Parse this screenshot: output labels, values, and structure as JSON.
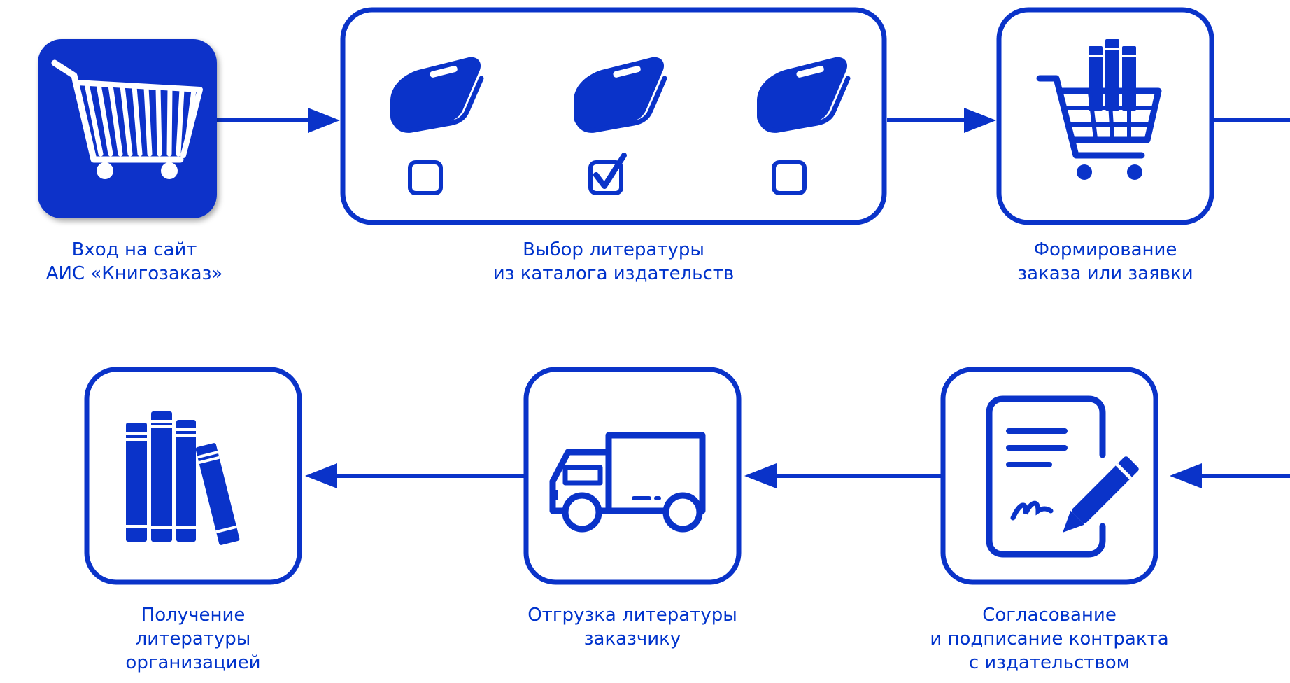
{
  "colors": {
    "primary": "#0a33c9",
    "text": "#0033cc",
    "background": "#ffffff"
  },
  "steps": [
    {
      "id": "login",
      "icon": "shopping-cart-app-icon",
      "lines": [
        "Вход на сайт",
        "АИС «Книгозаказ»"
      ]
    },
    {
      "id": "select",
      "icon": "book-catalog-icon",
      "lines": [
        "Выбор литературы",
        "из каталога издательств"
      ],
      "checkboxes": [
        false,
        true,
        false
      ]
    },
    {
      "id": "order",
      "icon": "cart-with-books-icon",
      "lines": [
        "Формирование",
        "заказа или заявки"
      ]
    },
    {
      "id": "contract",
      "icon": "contract-signing-icon",
      "lines": [
        "Согласование",
        "и подписание  контракта",
        "с издательством"
      ]
    },
    {
      "id": "shipping",
      "icon": "delivery-truck-icon",
      "lines": [
        "Отгрузка литературы",
        "заказчику"
      ]
    },
    {
      "id": "receive",
      "icon": "books-icon",
      "lines": [
        "Получение",
        "литературы",
        "организацией"
      ]
    }
  ]
}
